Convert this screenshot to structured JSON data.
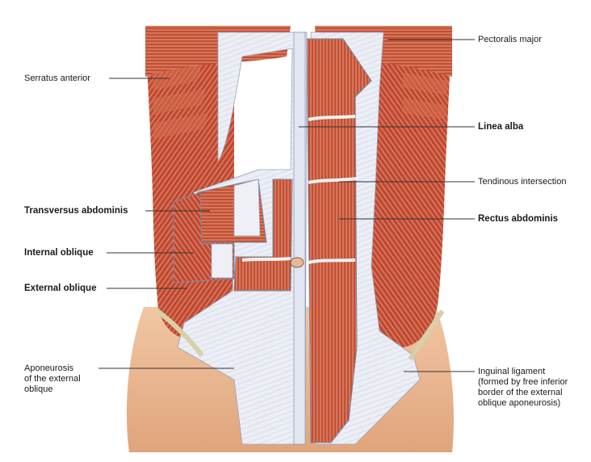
{
  "labels": {
    "pectoralis_major": "Pectoralis major",
    "serratus_anterior": "Serratus anterior",
    "linea_alba": "Linea alba",
    "tendinous_intersection": "Tendinous intersection",
    "transversus_abdominis": "Transversus abdominis",
    "rectus_abdominis": "Rectus abdominis",
    "internal_oblique": "Internal oblique",
    "external_oblique": "External oblique",
    "aponeurosis": "Aponeurosis\nof the external\noblique",
    "inguinal_ligament": "Inguinal ligament\n(formed by free inferior\nborder of the external\noblique aponeurosis)"
  },
  "colors": {
    "muscle": "#c8523a",
    "muscle_light": "#dd7a5c",
    "skin": "#e9b48c",
    "aponeurosis": "#e6e9f2",
    "leader": "#333333"
  }
}
